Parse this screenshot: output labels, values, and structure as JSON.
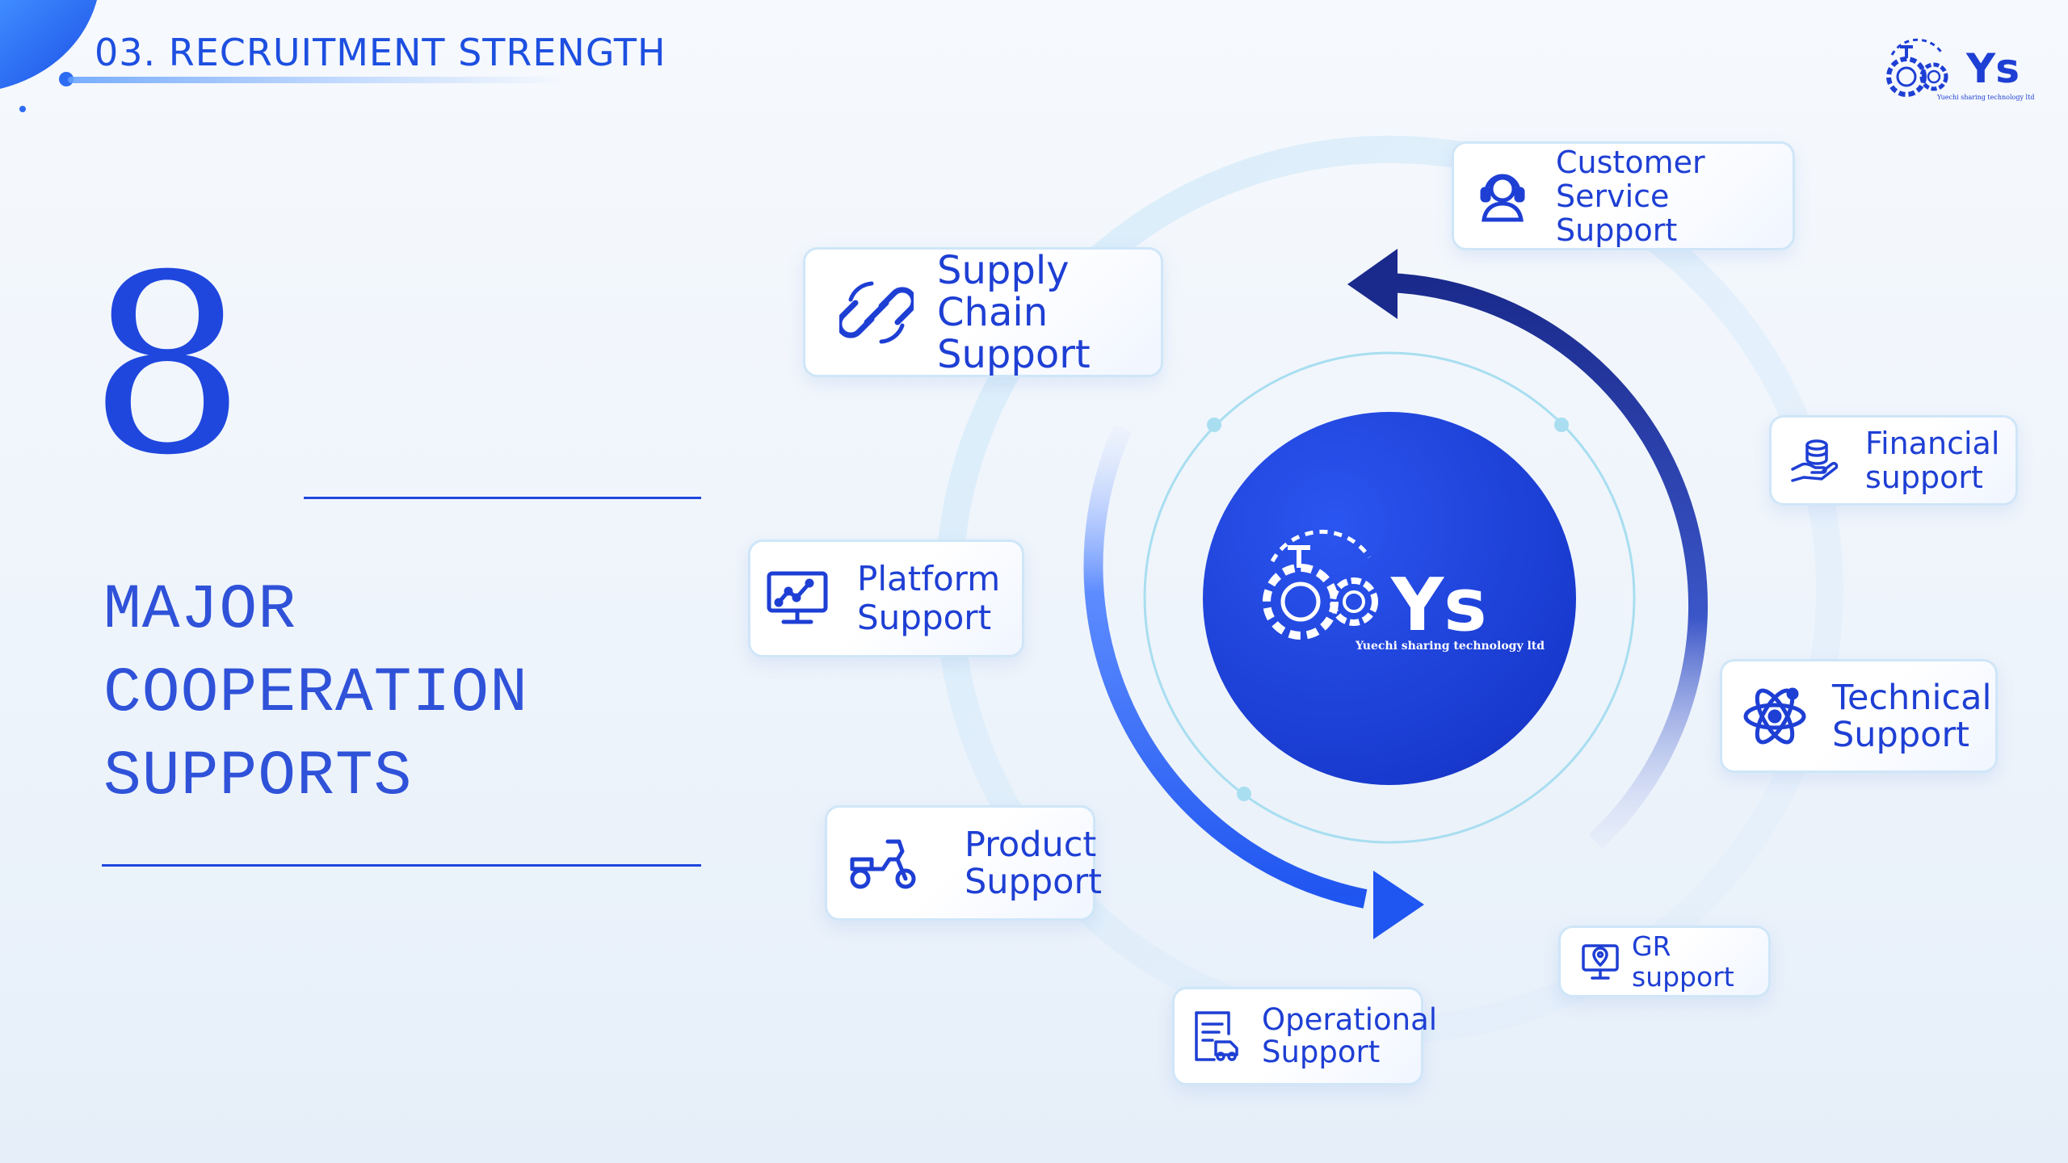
{
  "header": {
    "section_title": "03. RECRUITMENT STRENGTH"
  },
  "statement": {
    "number": "8",
    "text": "MAJOR COOPERATION SUPPORTS"
  },
  "logo": {
    "brand_mark": "Ys",
    "company_name": "Yuechi sharing technology ltd"
  },
  "colors": {
    "accent": "#1e3fd4",
    "hub": "#1a3fd8",
    "card_border": "#cfe6f8"
  },
  "supports": [
    {
      "id": "supply-chain",
      "label": "Supply Chain\nSupport",
      "icon": "chain-link-icon"
    },
    {
      "id": "customer-service",
      "label": "Customer\nService Support",
      "icon": "headset-agent-icon"
    },
    {
      "id": "financial",
      "label": "Financial\nsupport",
      "icon": "coins-in-hand-icon"
    },
    {
      "id": "platform",
      "label": "Platform\nSupport",
      "icon": "monitor-chart-icon"
    },
    {
      "id": "technical",
      "label": "Technical\nSupport",
      "icon": "atom-icon"
    },
    {
      "id": "product",
      "label": "Product\nSupport",
      "icon": "scooter-icon"
    },
    {
      "id": "gr",
      "label": "GR support",
      "icon": "location-screen-icon"
    },
    {
      "id": "operational",
      "label": "Operational\nSupport",
      "icon": "document-truck-icon"
    }
  ]
}
